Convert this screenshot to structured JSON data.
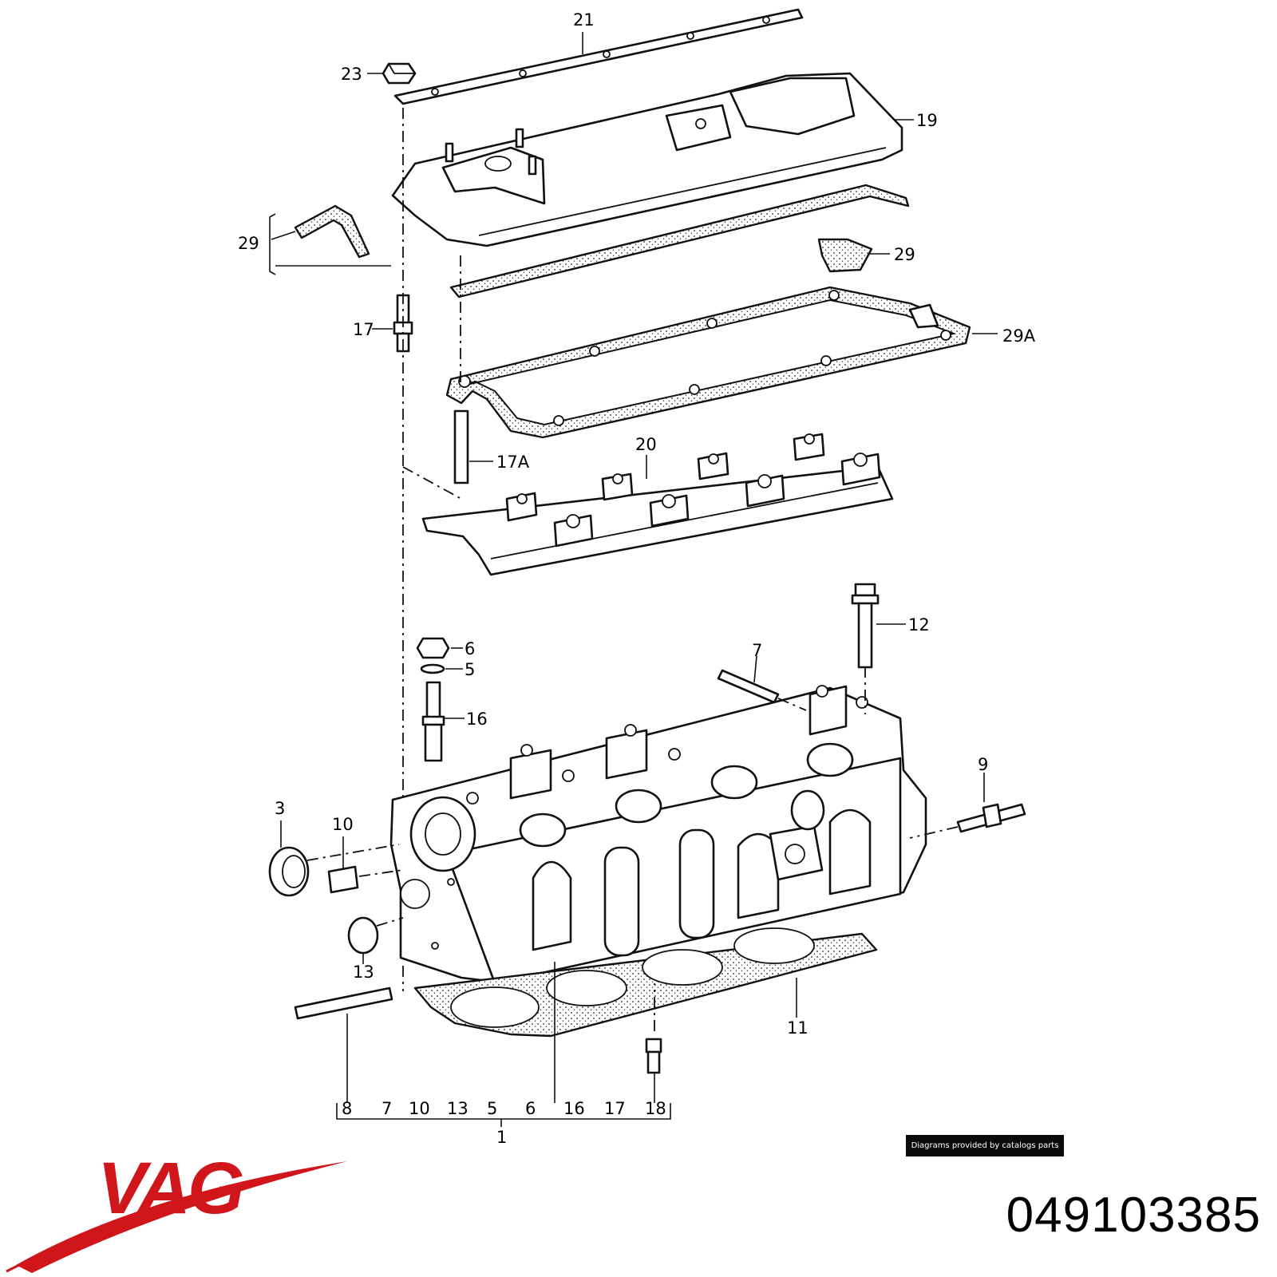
{
  "diagram": {
    "callouts": [
      "21",
      "23",
      "19",
      "29",
      "29",
      "17",
      "29A",
      "17A",
      "20",
      "12",
      "6",
      "5",
      "7",
      "16",
      "9",
      "3",
      "10",
      "13",
      "11"
    ],
    "assembly_parts": [
      "8",
      "7",
      "10",
      "13",
      "5",
      "6",
      "16",
      "17",
      "18"
    ],
    "assembly_label": "1"
  },
  "credit": "Diagrams provided by catalogs parts",
  "brand": {
    "name": "VAG",
    "color": "#d0161b"
  },
  "part_number": "049103385"
}
